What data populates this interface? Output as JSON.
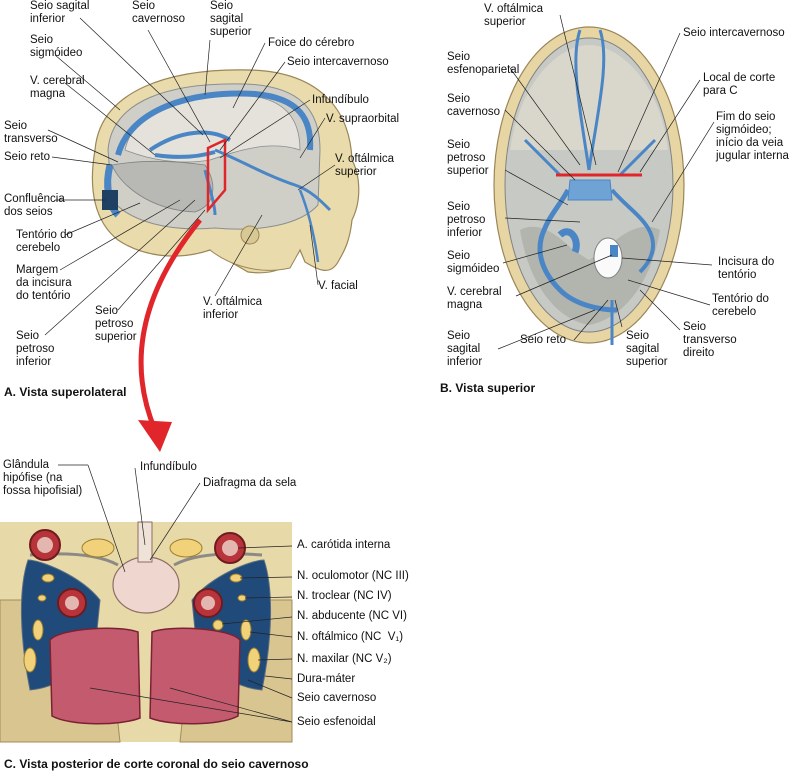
{
  "colors": {
    "vein_blue": "#4a86c5",
    "bone": "#e8d9a8",
    "dura": "#d8d2c8",
    "red_arrow": "#e0262b",
    "artery_red": "#b8333a",
    "sinus_pink": "#c45a6e"
  },
  "panel_a": {
    "caption": "A. Vista superolateral",
    "labels": {
      "seio_sagital_inferior": "Seio sagital\ninferior",
      "seio_cavernoso": "Seio\ncavernoso",
      "seio_sagital_superior": "Seio\nsagital\nsuperior",
      "foice_cerebro": "Foice do cérebro",
      "seio_intercavernoso": "Seio intercavernoso",
      "seio_sigmoideo": "Seio\nsigmóideo",
      "v_cerebral_magna": "V. cerebral\nmagna",
      "infundibulo": "Infundíbulo",
      "v_supraorbital": "V. supraorbital",
      "seio_transverso": "Seio\ntransverso",
      "seio_reto": "Seio reto",
      "v_oftalmica_superior": "V. oftálmica\nsuperior",
      "confluencia": "Confluência\ndos seios",
      "tentorio": "Tentório do\ncerebelo",
      "margem": "Margem\nda incisura\ndo tentório",
      "seio_petroso_inferior": "Seio\npetroso\ninferior",
      "seio_petroso_superior": "Seio\npetroso\nsuperior",
      "v_oftalmica_inferior": "V. oftálmica\ninferior",
      "v_facial": "V. facial"
    }
  },
  "panel_b": {
    "caption": "B. Vista superior",
    "labels": {
      "v_oftalmica_superior": "V. oftálmica\nsuperior",
      "seio_intercavernoso": "Seio intercavernoso",
      "seio_esfenoparietal": "Seio\nesfenoparietal",
      "local_corte": "Local de corte\npara C",
      "seio_cavernoso": "Seio\ncavernoso",
      "fim_seio_sigmoideo": "Fim do seio\nsigmóideo;\ninício da veia\njugular interna",
      "seio_petroso_superior": "Seio\npetroso\nsuperior",
      "seio_petroso_inferior": "Seio\npetroso\ninferior",
      "seio_sigmoideo": "Seio\nsigmóideo",
      "incisura_tentorio": "Incisura do\ntentório",
      "v_cerebral_magna": "V. cerebral\nmagna",
      "tentorio": "Tentório do\ncerebelo",
      "seio_reto": "Seio reto",
      "seio_sagital_inferior": "Seio\nsagital\ninferior",
      "seio_sagital_superior": "Seio\nsagital\nsuperior",
      "seio_transverso_direito": "Seio\ntransverso\ndireito"
    }
  },
  "panel_c": {
    "caption": "C. Vista posterior de corte coronal do seio cavernoso",
    "labels": {
      "glandula_hipofise": "Glândula\nhipófise (na\nfossa hipofisial)",
      "infundibulo": "Infundíbulo",
      "diafragma_sela": "Diafragma da sela",
      "a_carotida": "A. carótida interna",
      "n_oculomotor": "N. oculomotor (NC III)",
      "n_troclear": "N. troclear (NC IV)",
      "n_abducente": "N. abducente (NC VI)",
      "n_oftalmico": "N. oftálmico (NC  V₁)",
      "n_maxilar": "N. maxilar (NC V₂)",
      "dura_mater": "Dura-máter",
      "seio_cavernoso": "Seio cavernoso",
      "seio_esfenoidal": "Seio esfenoidal"
    }
  }
}
